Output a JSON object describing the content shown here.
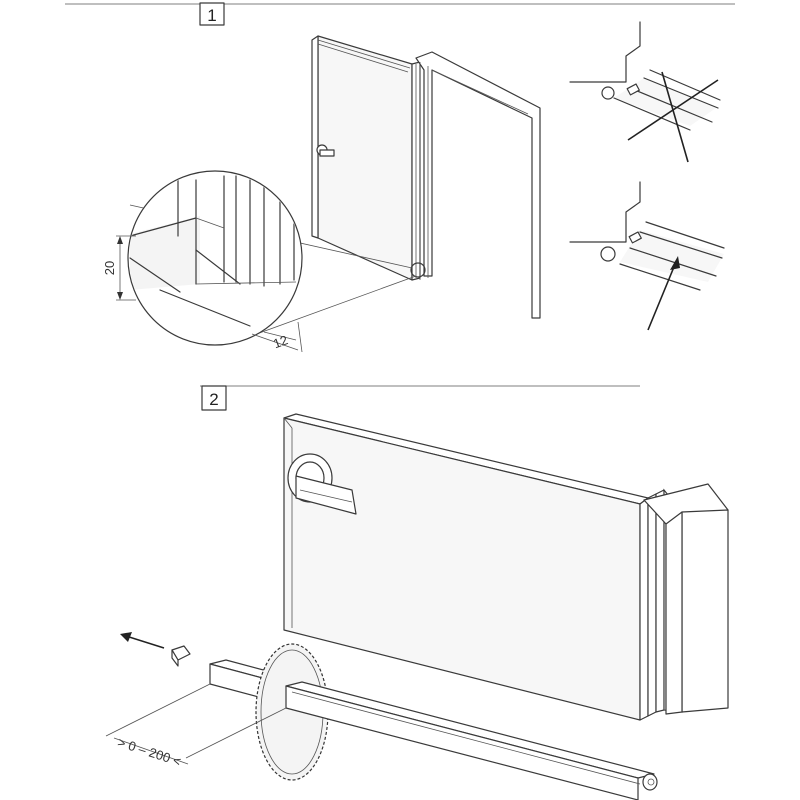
{
  "steps": [
    {
      "number": "1"
    },
    {
      "number": "2"
    }
  ],
  "dimensions": {
    "height": "20",
    "depth": "12",
    "cut_range": "> 0 – 200 <"
  },
  "colors": {
    "line": "#3a3a3a",
    "paper": "#ffffff"
  }
}
